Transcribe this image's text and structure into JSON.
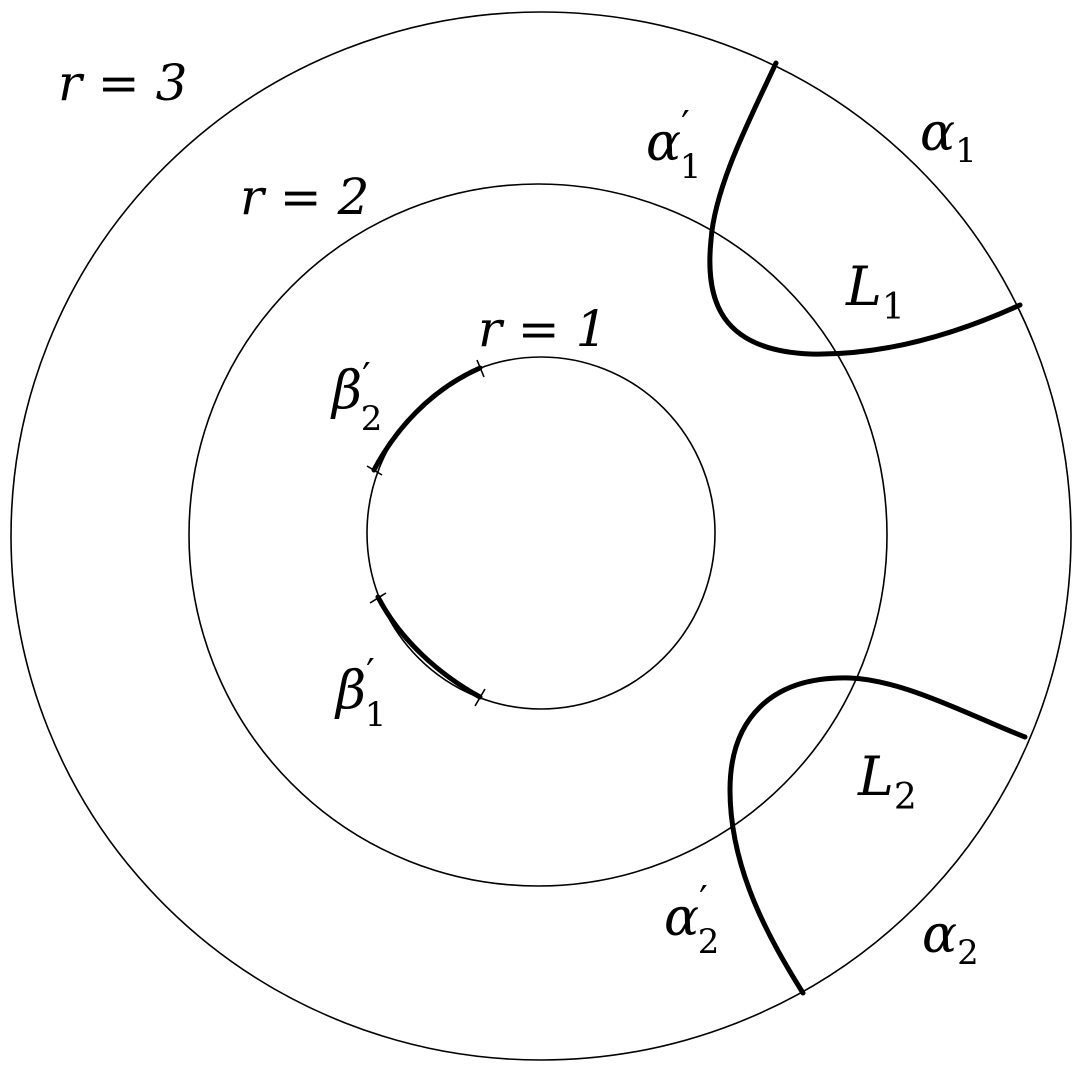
{
  "circles": [
    {
      "label": "r = 3"
    },
    {
      "label": "r = 2"
    },
    {
      "label": "r = 1"
    }
  ],
  "curves": {
    "L1": {
      "label": "L",
      "sub": "1"
    },
    "L2": {
      "label": "L",
      "sub": "2"
    }
  },
  "arcs": {
    "alpha1": {
      "label": "α",
      "sub": "1"
    },
    "alpha1_prime": {
      "label": "α",
      "prime": "′",
      "sub": "1"
    },
    "alpha2": {
      "label": "α",
      "sub": "2"
    },
    "alpha2_prime": {
      "label": "α",
      "prime": "′",
      "sub": "2"
    },
    "beta1_prime": {
      "label": "β",
      "prime": "′",
      "sub": "1"
    },
    "beta2_prime": {
      "label": "β",
      "prime": "′",
      "sub": "2"
    }
  }
}
